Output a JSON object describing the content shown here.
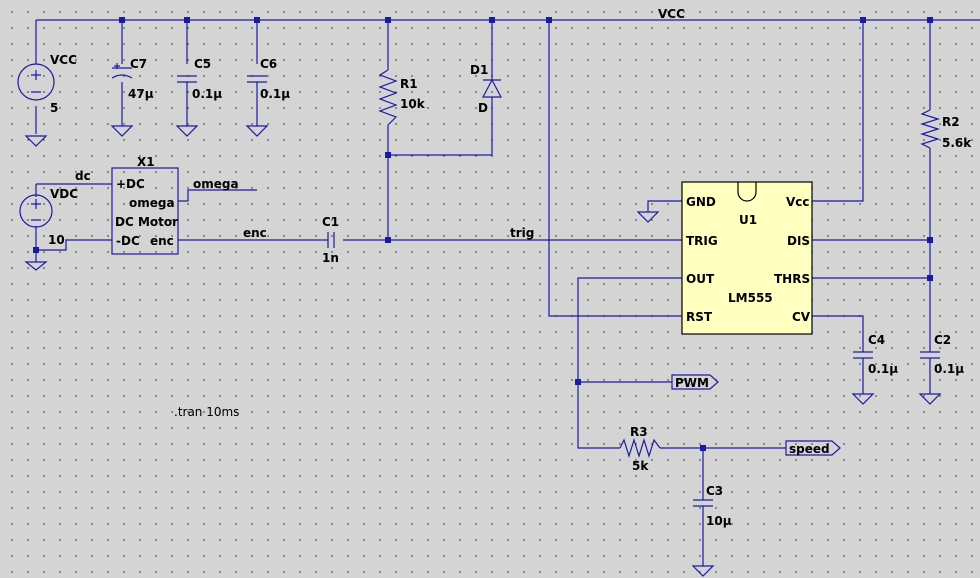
{
  "net_labels": {
    "vcc": "VCC",
    "dc": "dc",
    "omega": "omega",
    "enc": "enc",
    "trig": "trig"
  },
  "components": {
    "vcc_source": {
      "name": "VCC",
      "value": "5"
    },
    "vdc_source": {
      "name": "VDC",
      "value": "10"
    },
    "c7": {
      "name": "C7",
      "value": "47µ"
    },
    "c5": {
      "name": "C5",
      "value": "0.1µ"
    },
    "c6": {
      "name": "C6",
      "value": "0.1µ"
    },
    "r1": {
      "name": "R1",
      "value": "10k"
    },
    "d1": {
      "name": "D1",
      "value": "D"
    },
    "r2": {
      "name": "R2",
      "value": "5.6k"
    },
    "c1": {
      "name": "C1",
      "value": "1n"
    },
    "c4": {
      "name": "C4",
      "value": "0.1µ"
    },
    "c2": {
      "name": "C2",
      "value": "0.1µ"
    },
    "r3": {
      "name": "R3",
      "value": "5k"
    },
    "c3": {
      "name": "C3",
      "value": "10µ"
    },
    "x1": {
      "name": "X1",
      "pins": {
        "plus_dc": "+DC",
        "omega": "omega",
        "title": "DC Motor",
        "minus_dc": "-DC",
        "enc": "enc"
      }
    },
    "u1": {
      "name": "U1",
      "model": "LM555",
      "pins": {
        "gnd": "GND",
        "vcc": "Vcc",
        "trig": "TRIG",
        "dis": "DIS",
        "out": "OUT",
        "thrs": "THRS",
        "rst": "RST",
        "cv": "CV"
      }
    }
  },
  "ports": {
    "pwm": "PWM",
    "speed": "speed"
  },
  "directive": ".tran 10ms"
}
